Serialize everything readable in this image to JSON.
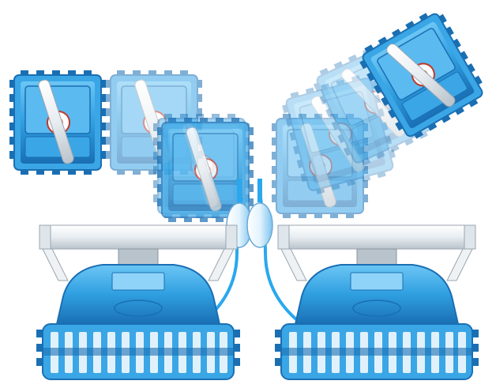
{
  "image": {
    "subject": "pool-cleaner-robot-swivel-illustration",
    "robots": [
      {
        "side": "left",
        "label": ""
      },
      {
        "side": "right",
        "label": ""
      }
    ],
    "swivel_views": [
      {
        "side": "left",
        "frames": 4
      },
      {
        "side": "right",
        "frames": 4
      }
    ],
    "palette": {
      "body": "#2f9fe0",
      "body_light": "#6cc6f5",
      "body_dark": "#1a6fb3",
      "track": "#3aa6e6",
      "handle": "#eef2f5",
      "cable": "#2aa8ee"
    }
  }
}
